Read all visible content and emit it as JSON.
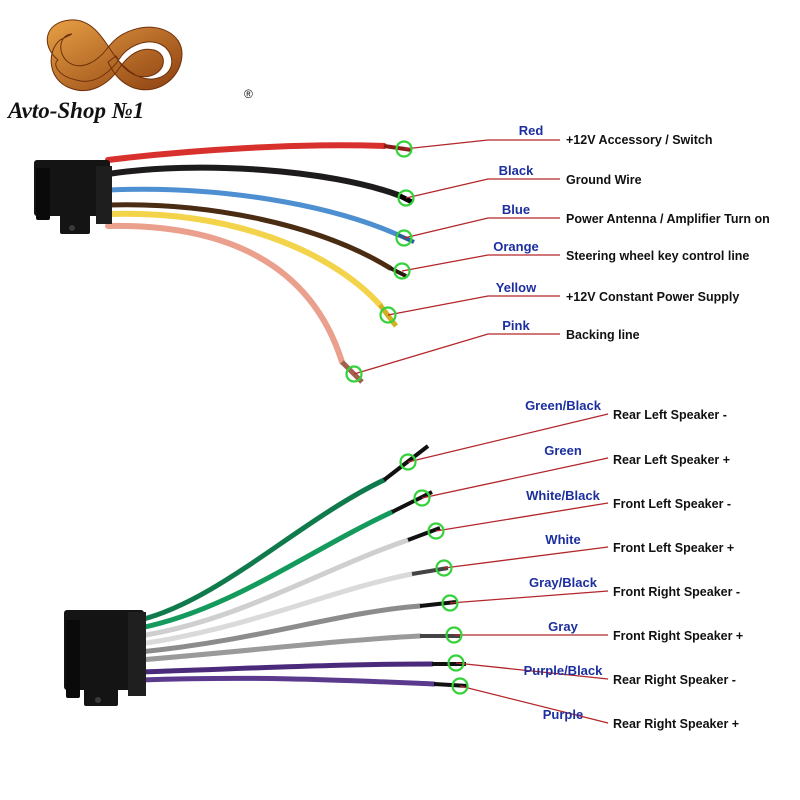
{
  "brand": {
    "name": "Avto-Shop №1",
    "registered": "®",
    "logo_colors": [
      "#9c4a12",
      "#e7a044"
    ]
  },
  "harnesses": [
    {
      "id": "power",
      "connector_color": "#111111",
      "wires": [
        {
          "color_name": "Red",
          "function": "+12V  Accessory / Switch",
          "wire_hex": "#d8302c"
        },
        {
          "color_name": "Black",
          "function": "Ground Wire",
          "wire_hex": "#1d1b1b"
        },
        {
          "color_name": "Blue",
          "function": "Power Antenna / Amplifier Turn on",
          "wire_hex": "#4d8fd1"
        },
        {
          "color_name": "Orange",
          "function": "Steering wheel key control line",
          "wire_hex": "#4a2c12"
        },
        {
          "color_name": "Yellow",
          "function": "+12V Constant Power Supply",
          "wire_hex": "#f3d34a"
        },
        {
          "color_name": "Pink",
          "function": "Backing line",
          "wire_hex": "#eaa08c"
        }
      ]
    },
    {
      "id": "speakers",
      "connector_color": "#111111",
      "wires": [
        {
          "color_name": "Green/Black",
          "function": "Rear Left Speaker -",
          "wire_hex": "#0f7a4b"
        },
        {
          "color_name": "Green",
          "function": "Rear Left Speaker +",
          "wire_hex": "#149a5c"
        },
        {
          "color_name": "White/Black",
          "function": "Front Left Speaker -",
          "wire_hex": "#cfcfcf"
        },
        {
          "color_name": "White",
          "function": "Front Left Speaker +",
          "wire_hex": "#dadada"
        },
        {
          "color_name": "Gray/Black",
          "function": "Front Right Speaker -",
          "wire_hex": "#8c8c8c"
        },
        {
          "color_name": "Gray",
          "function": "Front Right Speaker +",
          "wire_hex": "#9a9a9a"
        },
        {
          "color_name": "Purple/Black",
          "function": "Rear Right Speaker -",
          "wire_hex": "#4b2a7c"
        },
        {
          "color_name": "Purple",
          "function": "Rear Right Speaker +",
          "wire_hex": "#5b3a8e"
        }
      ]
    }
  ],
  "styles": {
    "leader_line": "#b3262a",
    "marker_circle": "#35d13a",
    "label_color_name": "#1c2f9e"
  }
}
